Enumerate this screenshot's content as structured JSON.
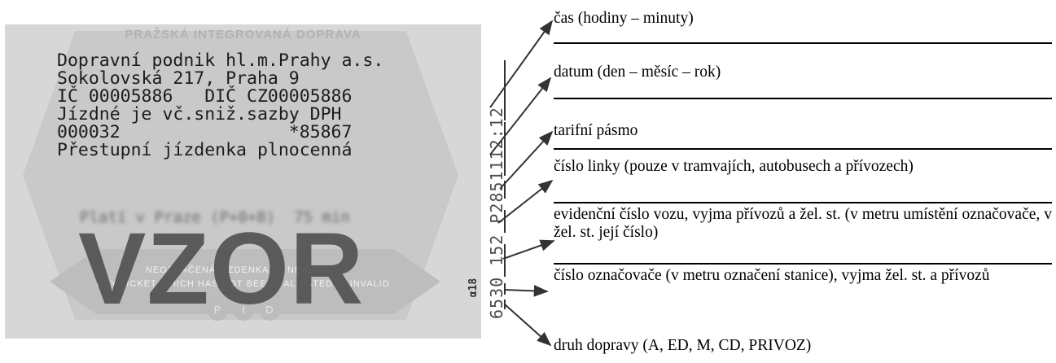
{
  "ticket": {
    "header": "PRAŽSKÁ INTEGROVANÁ DOPRAVA",
    "lines": [
      "Dopravní podnik hl.m.Prahy a.s.",
      "Sokolovská 217, Praha 9",
      "IČ 00005886   DIČ CZ00005886",
      "Jízdné je vč.sniž.sazby DPH",
      "000032                *85867",
      "Přestupní jízdenka plnocenná"
    ],
    "blurred_validity": "Platí v Praze (P+0+B)  75 min",
    "invalid_line1": "NEOZNAČENÁ JÍZDENKA JE NEPLATNÁ",
    "invalid_line2": "ANY TICKET WHICH HAS NOT BEEN VALIDATED IS INVALID",
    "circles": [
      "P",
      "I",
      "D"
    ],
    "watermark": "VZOR",
    "validation_stamp": "6530 152 P2851112:12",
    "validator_code": "α18"
  },
  "labels": [
    {
      "text": "čas (hodiny – minuty)"
    },
    {
      "text": "datum (den – měsíc – rok)"
    },
    {
      "text": "tarifní pásmo"
    },
    {
      "text": "číslo linky (pouze v tramvajích, autobusech a přívozech)"
    },
    {
      "text": "evidenční číslo vozu, vyjma přívozů a žel. st. (v metru umístění označovače, v žel. st. její číslo)"
    },
    {
      "text": "číslo označovače (v metru označení stanice), vyjma žel. st. a přívozů"
    },
    {
      "text": "druh dopravy (A, ED, M, CD, PRIVOZ)"
    }
  ],
  "colors": {
    "ticket_background": "#d7d7d7",
    "watermark": "#525252",
    "ticket_text": "#1c1c1c",
    "stamp": "#4b4b4b",
    "label_text": "#000000"
  }
}
